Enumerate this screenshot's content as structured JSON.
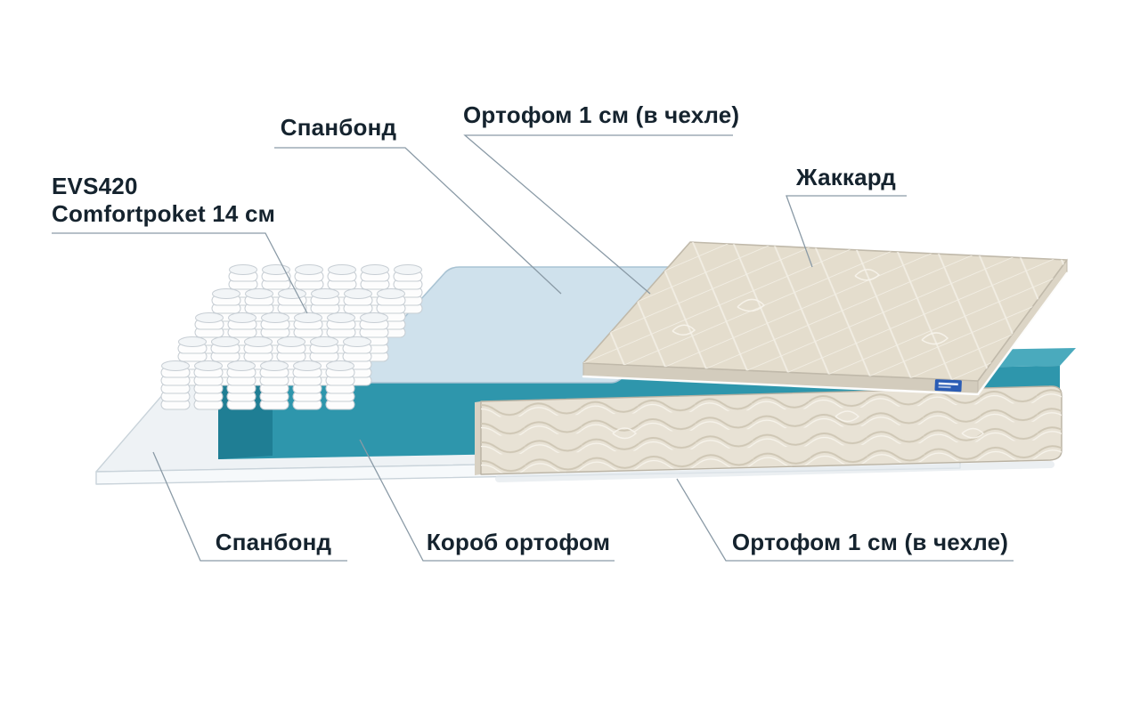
{
  "diagram": {
    "type": "mattress-layer-structure",
    "labels": {
      "spunbond_top": {
        "text": "Спанбонд"
      },
      "orthofoam_top": {
        "text": "Ортофом 1 см (в чехле)"
      },
      "jacquard": {
        "text": "Жаккард"
      },
      "springs_model": {
        "text": "EVS420"
      },
      "springs_spec": {
        "text": "Comfortpoket 14 см"
      },
      "spunbond_bottom": {
        "text": "Спанбонд"
      },
      "foam_box": {
        "text": "Короб ортофом"
      },
      "orthofoam_bottom": {
        "text": "Ортофом 1 см (в чехле)"
      }
    },
    "colors": {
      "background": "#ffffff",
      "label_text": "#15232e",
      "leader_line": "#8a9aa6",
      "base_fill": "#eef2f5",
      "base_face": "#f6f9fb",
      "base_edge": "#c9d3da",
      "teal": "#2e96ac",
      "teal_top": "#4aaabd",
      "teal_dark": "#1f7e94",
      "quilt_fill": "#e8e2d5",
      "quilt_side": "#d8d1c3",
      "quilt_edge": "#b9b2a3",
      "quilt_line": "#cfc7b5",
      "quilt_highlight": "#f7f4ec",
      "blue_sheet": "#cfe1ec",
      "blue_sheet_edge": "#a9c3d3",
      "jacquard_fill": "#e4ddcd",
      "jacquard_side_front": "#d3ccbd",
      "jacquard_side_right": "#dcd5c6",
      "jacquard_edge": "#c0b9aa",
      "jacquard_line": "#f2eee4",
      "spring_fill": "#fdfdfd",
      "spring_edge": "#c7ced4",
      "piping": "#ffffff",
      "tag": "#2a5cb5"
    }
  }
}
